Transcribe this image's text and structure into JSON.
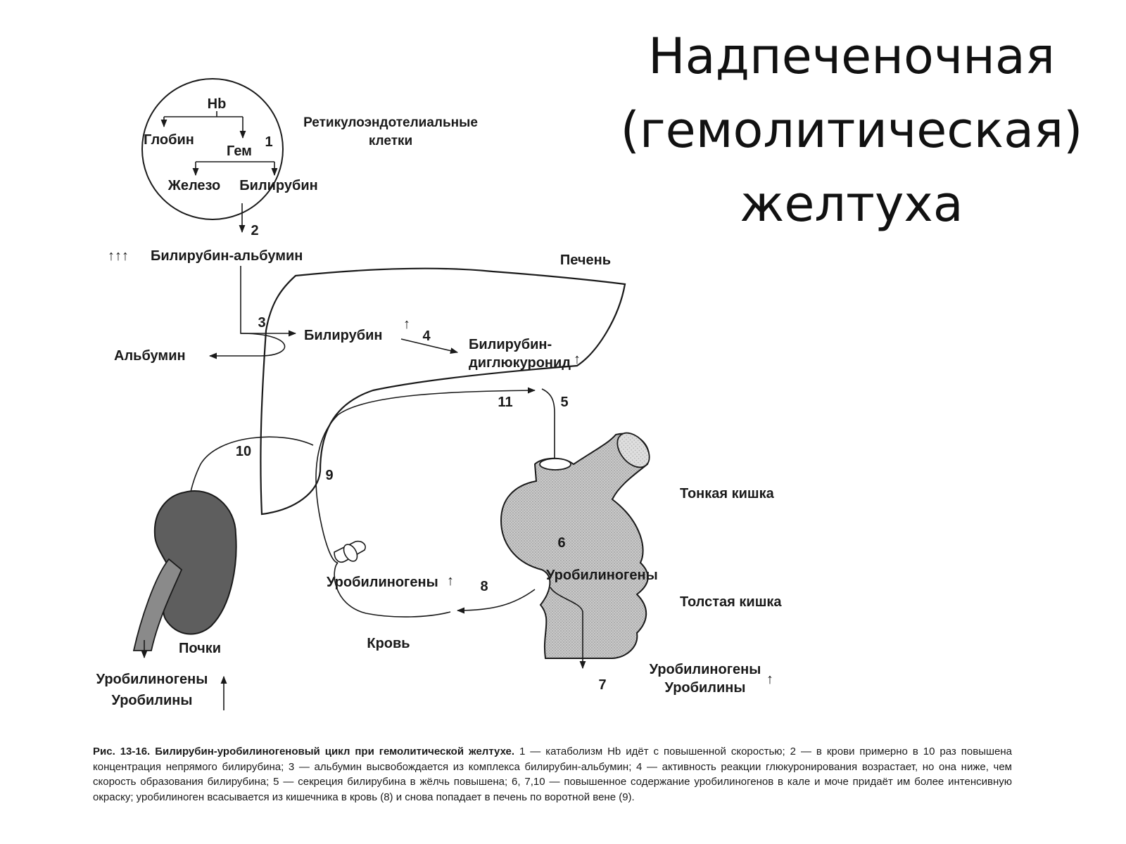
{
  "title": {
    "line1": "Надпеченочная",
    "line2": "(гемолитическая)",
    "line3": "желтуха"
  },
  "diagram": {
    "hb": "Hb",
    "globin": "Глобин",
    "hem": "Гем",
    "iron": "Железо",
    "bilirubin_top": "Билирубин",
    "reticulo_line1": "Ретикулоэндотелиальные",
    "reticulo_line2": "клетки",
    "arrows_up": "↑↑↑",
    "bilirubin_albumin": "Билирубин-альбумин",
    "liver": "Печень",
    "albumin": "Альбумин",
    "bilirubin_liver": "Билирубин",
    "conj_line1": "Билирубин-",
    "conj_line2": "диглюкуронид",
    "small_intestine": "Тонкая кишка",
    "large_intestine": "Толстая кишка",
    "urobilinogens_gut": "Уробилиногены",
    "urobilinogens_blood": "Уробилиногены",
    "blood": "Кровь",
    "kidneys": "Почки",
    "urine_line1": "Уробилиногены",
    "urine_line2": "Уробилины",
    "feces_line1": "Уробилиногены",
    "feces_line2": "Уробилины",
    "up_arrow": "↑",
    "n1": "1",
    "n2": "2",
    "n3": "3",
    "n4": "4",
    "n5": "5",
    "n6": "6",
    "n7": "7",
    "n8": "8",
    "n9": "9",
    "n10": "10",
    "n11": "11"
  },
  "caption": {
    "lead": "Рис. 13-16. Билирубин-уробилиногеновый цикл при гемолитической желтухе.",
    "body": " 1 — катаболизм Hb идёт с повышенной скоростью; 2 — в крови примерно в 10 раз повышена концентрация непрямого билирубина; 3 — альбумин высвобождается из комплекса билирубин-альбумин; 4 — активность реакции глюкуронирования возрастает, но она ниже, чем скорость образования билирубина; 5 — секреция билирубина в жёлчь повышена; 6, 7,10 — повышенное содержание уробилиногенов в кале и моче придаёт им более интенсивную окраску; уробилиноген всасывается из кишечника в кровь (8) и снова попадает в печень по воротной вене (9)."
  }
}
